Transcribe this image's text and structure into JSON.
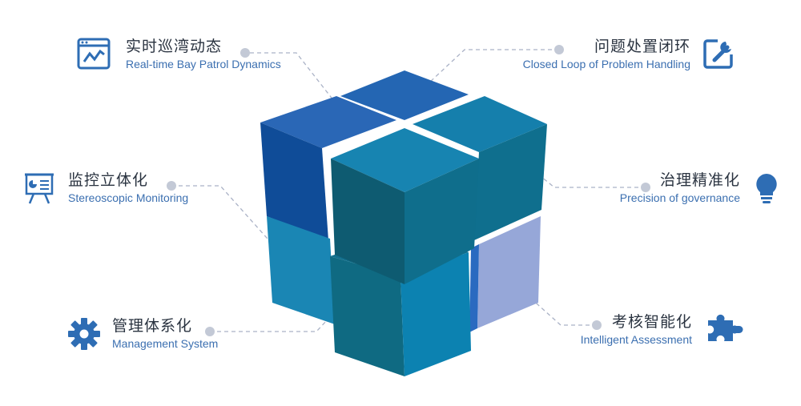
{
  "colors": {
    "accent": "#2e6db4",
    "text_en": "#3b6fb0",
    "connector": "#aab2c6",
    "cube_dark": "#0d3f86",
    "cube_mid": "#1f6fb9",
    "cube_teal": "#1a7ea3",
    "cube_light": "#94a6d6"
  },
  "features": [
    {
      "zh": "实时巡湾动态",
      "en": "Real-time Bay Patrol Dynamics",
      "icon": "chart-window-icon"
    },
    {
      "zh": "问题处置闭环",
      "en": "Closed Loop of Problem Handling",
      "icon": "edit-tool-icon"
    },
    {
      "zh": "监控立体化",
      "en": "Stereoscopic Monitoring",
      "icon": "presentation-board-icon"
    },
    {
      "zh": "治理精准化",
      "en": "Precision of governance",
      "icon": "lightbulb-icon"
    },
    {
      "zh": "管理体系化",
      "en": "Management System",
      "icon": "gear-icon"
    },
    {
      "zh": "考核智能化",
      "en": "Intelligent Assessment",
      "icon": "puzzle-icon"
    }
  ]
}
